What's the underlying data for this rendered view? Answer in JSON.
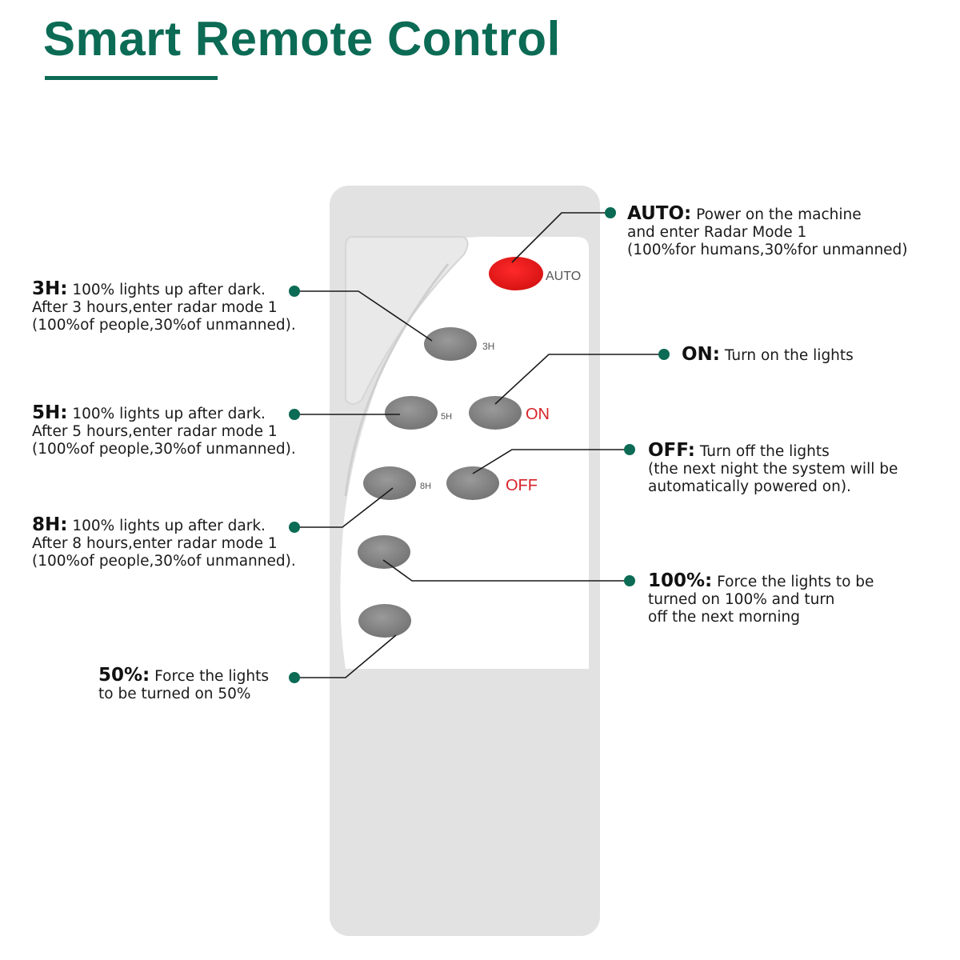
{
  "title": "Smart Remote Control",
  "remote": {
    "labels": {
      "auto": "AUTO",
      "h3": "3H",
      "h5": "5H",
      "on": "ON",
      "h8": "8H",
      "off": "OFF"
    }
  },
  "callouts": {
    "auto": {
      "key": "AUTO:",
      "line1": "Power on the machine",
      "line2": "and enter Radar Mode 1",
      "line3": "(100%for humans,30%for unmanned)"
    },
    "h3": {
      "key": "3H:",
      "line1": "100% lights up after dark.",
      "line2": "After 3 hours,enter radar mode 1",
      "line3": "(100%of people,30%of unmanned)."
    },
    "on": {
      "key": "ON:",
      "line1": "Turn on the lights"
    },
    "h5": {
      "key": "5H:",
      "line1": "100% lights up after dark.",
      "line2": "After 5 hours,enter radar mode 1",
      "line3": "(100%of people,30%of unmanned)."
    },
    "off": {
      "key": "OFF:",
      "line1": "Turn off the lights",
      "line2": "(the next night the system will be",
      "line3": "automatically powered on)."
    },
    "h8": {
      "key": "8H:",
      "line1": "100% lights up after dark.",
      "line2": "After 8 hours,enter radar mode 1",
      "line3": "(100%of people,30%of unmanned)."
    },
    "p100": {
      "key": "100%:",
      "line1": "Force the lights to be",
      "line2": "turned on 100% and turn",
      "line3": "off the next morning"
    },
    "p50": {
      "key": "50%:",
      "line1": "Force the lights",
      "line2": "to be turned on 50%"
    }
  },
  "colors": {
    "brand_green": "#0c6b55",
    "auto_button": "#ee1c1c",
    "button_gray": "#8a8a8a",
    "remote_body": "#e4e4e4",
    "red_label": "#d8232a"
  }
}
